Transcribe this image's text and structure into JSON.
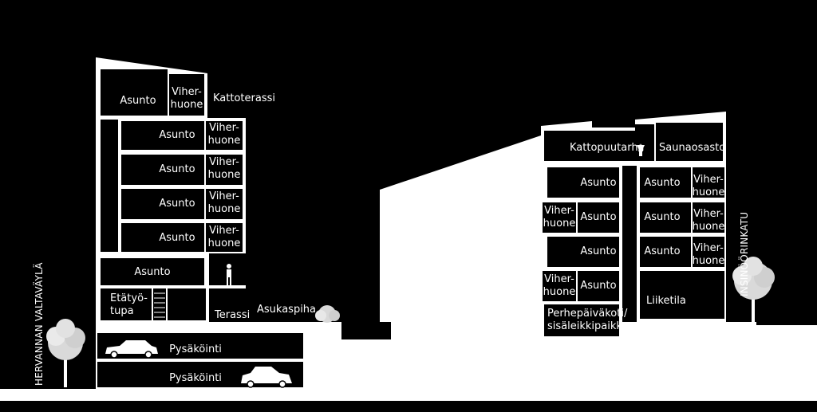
{
  "left_building": {
    "roof_floor": {
      "apartment": "Asunto",
      "sunroom": [
        "Viher-",
        "huone"
      ],
      "roof_terrace": "Kattoterassi"
    },
    "floors": [
      {
        "apartment": "Asunto",
        "sunroom": [
          "Viher-",
          "huone"
        ]
      },
      {
        "apartment": "Asunto",
        "sunroom": [
          "Viher-",
          "huone"
        ]
      },
      {
        "apartment": "Asunto",
        "sunroom": [
          "Viher-",
          "huone"
        ]
      },
      {
        "apartment": "Asunto",
        "sunroom": [
          "Viher-",
          "huone"
        ]
      }
    ],
    "ground_apartment": "Asunto",
    "remote_work_room": [
      "Etätyö-",
      "tupa"
    ],
    "terrace": "Terassi",
    "courtyard": "Asukaspiha",
    "parking": [
      "Pysäköinti",
      "Pysäköinti"
    ]
  },
  "right_building": {
    "roof_garden": "Kattopuutarha",
    "sauna": "Saunaosasto",
    "left_column": [
      {
        "apartment": "Asunto",
        "sunroom": null
      },
      {
        "apartment": "Asunto",
        "sunroom": [
          "Viher-",
          "huone"
        ]
      },
      {
        "apartment": "Asunto",
        "sunroom": null
      },
      {
        "apartment": "Asunto",
        "sunroom": [
          "Viher-",
          "huone"
        ]
      }
    ],
    "right_column": [
      {
        "apartment": "Asunto",
        "sunroom": [
          "Viher-",
          "huone"
        ]
      },
      {
        "apartment": "Asunto",
        "sunroom": [
          "Viher-",
          "huone"
        ]
      },
      {
        "apartment": "Asunto",
        "sunroom": [
          "Viher-",
          "huone"
        ]
      }
    ],
    "daycare": [
      "Perhepäiväkoti/",
      "sisäleikkipaikka"
    ],
    "commercial": "Liiketila"
  },
  "streets": {
    "left": "HERVANNAN VALTAVÄYLÄ",
    "right": "INSINÖÖRINKATU"
  }
}
